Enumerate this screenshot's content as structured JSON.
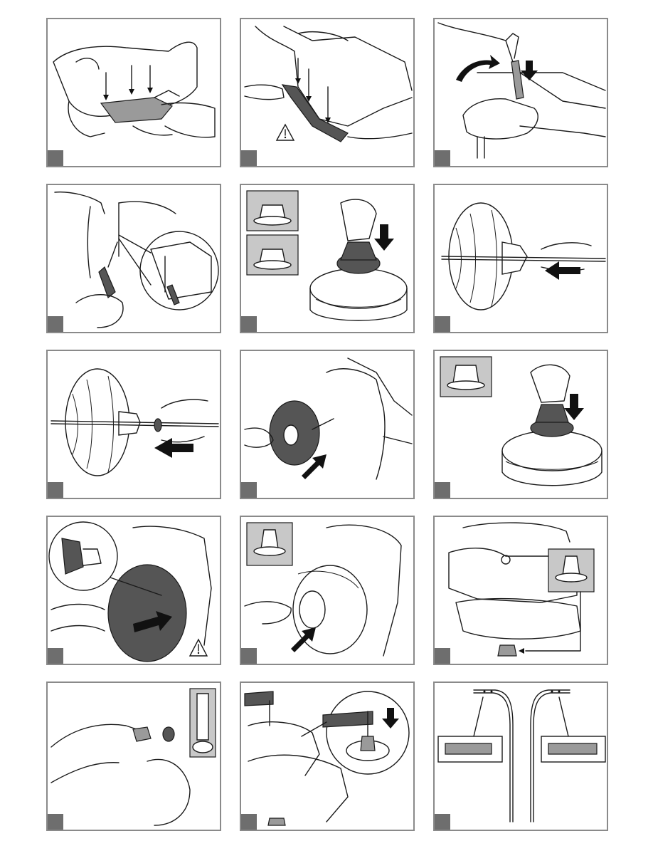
{
  "page": {
    "panels": [
      {
        "id": 1,
        "scene": "seat-removal",
        "warning": false
      },
      {
        "id": 2,
        "scene": "underside-cover",
        "warning": true
      },
      {
        "id": 3,
        "scene": "seat-latch",
        "warning": false
      },
      {
        "id": 4,
        "scene": "screwdriver-detail",
        "warning": false
      },
      {
        "id": 5,
        "scene": "hubcap-press",
        "warning": false
      },
      {
        "id": 6,
        "scene": "axle-insert",
        "warning": false
      },
      {
        "id": 7,
        "scene": "washer-axle",
        "warning": false
      },
      {
        "id": 8,
        "scene": "wheel-mount",
        "warning": false
      },
      {
        "id": 9,
        "scene": "hubcap-press-2",
        "warning": false
      },
      {
        "id": 10,
        "scene": "rear-wheel-detail",
        "warning": true
      },
      {
        "id": 11,
        "scene": "hubcap-cap",
        "warning": false
      },
      {
        "id": 12,
        "scene": "front-cap",
        "warning": false
      },
      {
        "id": 13,
        "scene": "cap-install",
        "warning": false
      },
      {
        "id": 14,
        "scene": "hammer-cap",
        "warning": false
      },
      {
        "id": 15,
        "scene": "handle-bars",
        "warning": false
      }
    ],
    "colors": {
      "frame": "#8a8a8a",
      "step_box": "#6e6e6e",
      "ink": "#1a1a1a",
      "inset": "#c8c8c8"
    }
  }
}
